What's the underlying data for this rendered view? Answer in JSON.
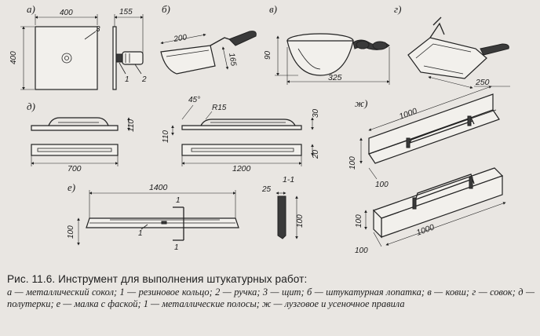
{
  "caption": {
    "title": "Рис.  11.6. Инструмент для выполнения штукатурных работ:",
    "legend": "а — металлический сокол; 1 — резиновое кольцо; 2 — ручка; 3 — щит; б — штукатурная лопатка; в — ковш; г — совок; д — полутерки; е — малка с фаской; 1 — металлические полосы; ж — лузговое и усеночное правила"
  },
  "panels": {
    "a": {
      "label": "а)",
      "dims": [
        "400",
        "155",
        "400"
      ],
      "callouts": [
        "3",
        "1",
        "2"
      ]
    },
    "b": {
      "label": "б)",
      "dims": [
        "200",
        "165"
      ]
    },
    "v": {
      "label": "в)",
      "dims": [
        "90",
        "325"
      ]
    },
    "g": {
      "label": "г)",
      "dims": [
        "250"
      ]
    },
    "d": {
      "label": "д)",
      "dims": [
        "110",
        "700",
        "45°",
        "R15",
        "30",
        "110",
        "20",
        "1200",
        "1-1"
      ]
    },
    "e": {
      "label": "е)",
      "dims": [
        "1400",
        "1",
        "1",
        "1",
        "25",
        "100",
        "100"
      ]
    },
    "zh": {
      "label": "ж)",
      "dims": [
        "1000",
        "100",
        "100",
        "1000",
        "100",
        "100"
      ]
    }
  }
}
